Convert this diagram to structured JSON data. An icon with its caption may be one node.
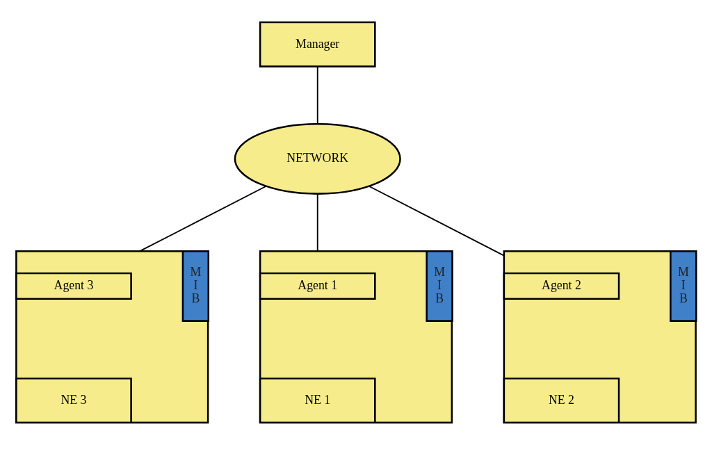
{
  "diagram": {
    "nodes": [
      {
        "text": [
          "Manager"
        ]
      },
      {
        "text": [
          "NETWORK"
        ]
      },
      {
        "text": [],
        "shape": "box"
      },
      {
        "text": [
          "Agent 3"
        ],
        "in": 2
      },
      {
        "text": [
          "NE 3"
        ],
        "in": 2
      },
      {
        "text": [
          "M I B"
        ],
        "in": 2
      },
      {
        "text": [],
        "shape": "box"
      },
      {
        "text": [
          "Agent 1"
        ],
        "in": 6
      },
      {
        "text": [
          "NE 1"
        ],
        "in": 6
      },
      {
        "text": [
          "M I B"
        ],
        "in": 6
      },
      {
        "text": [],
        "shape": "box"
      },
      {
        "text": [
          "Agent 2"
        ],
        "in": 10
      },
      {
        "text": [
          "NE 2"
        ],
        "in": 10
      },
      {
        "text": [
          "M I B"
        ],
        "in": 10
      }
    ],
    "edges": [
      {
        "from": 0,
        "to": 1,
        "arrow": "none"
      },
      {
        "from": 1,
        "to": 2,
        "arrow": "none"
      },
      {
        "from": 1,
        "to": 6,
        "arrow": "none"
      },
      {
        "from": 1,
        "to": 10,
        "arrow": "none"
      }
    ]
  }
}
